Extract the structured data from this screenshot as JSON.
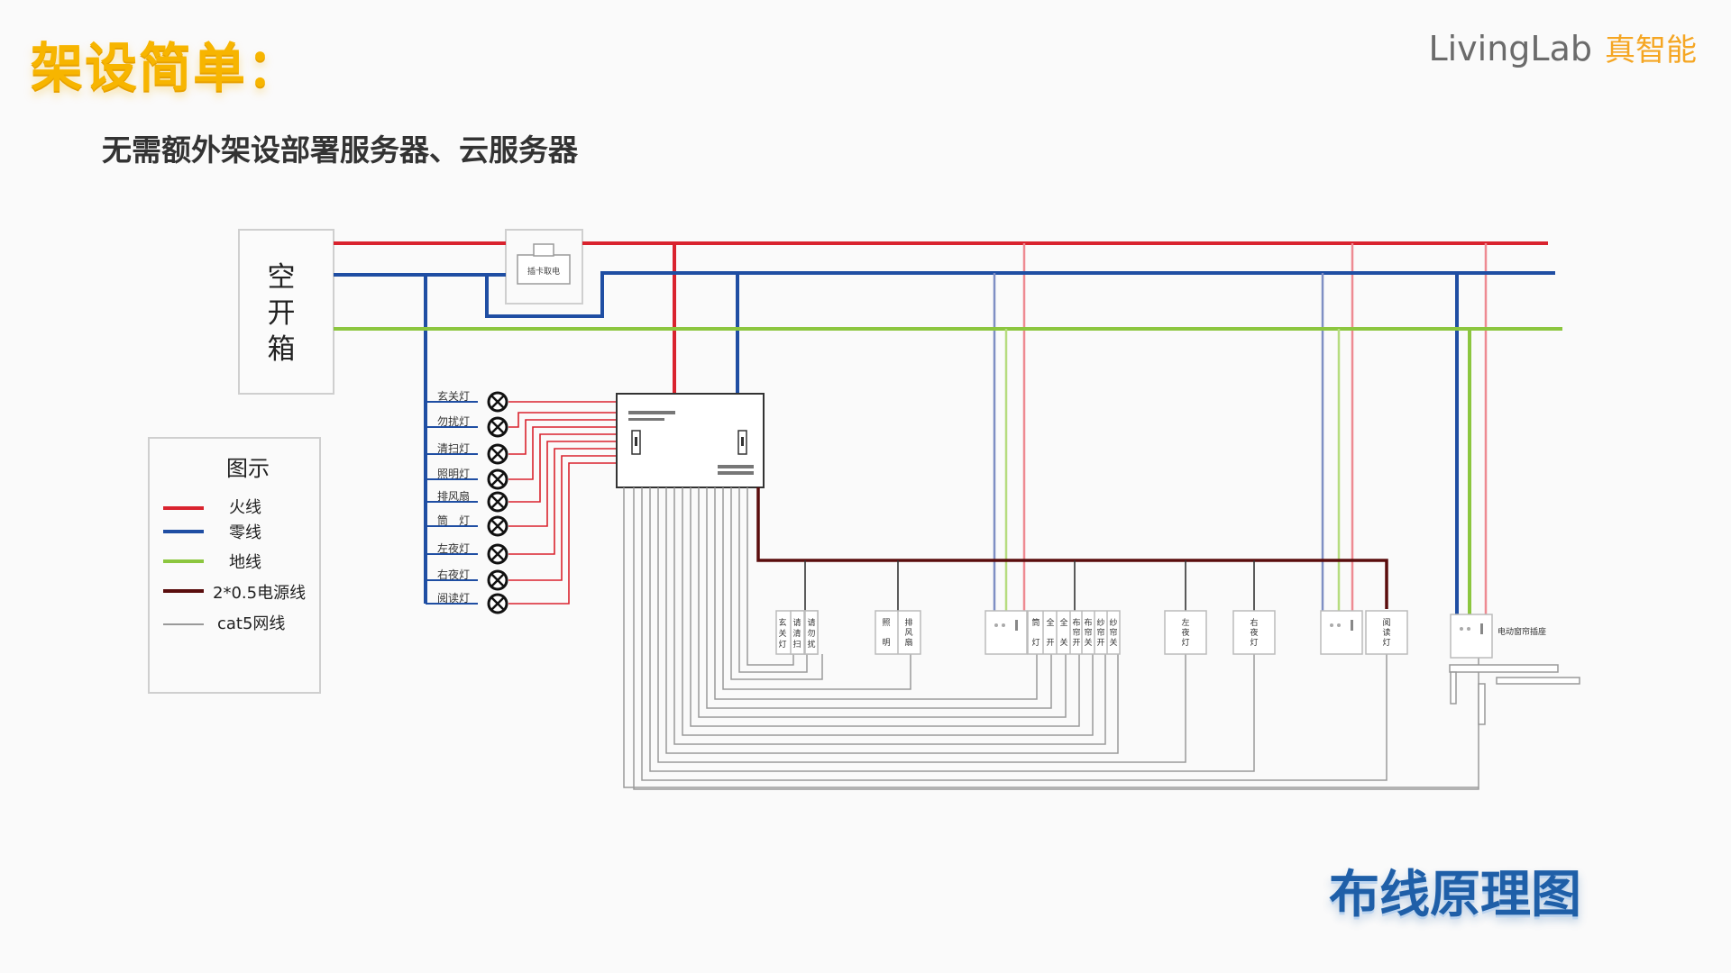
{
  "header": {
    "title": "架设简单：",
    "subtitle": "无需额外架设部署服务器、云服务器"
  },
  "brand": {
    "en": "LivingLab",
    "cn": "真智能"
  },
  "footer": {
    "caption": "布线原理图"
  },
  "diagram": {
    "breaker_box": {
      "lines": [
        "空",
        "开",
        "箱"
      ]
    },
    "card_switch": {
      "label": "插卡取电"
    },
    "lamps": [
      "玄关灯",
      "勿扰灯",
      "清扫灯",
      "照明灯",
      "排风扇",
      "筒　灯",
      "左夜灯",
      "右夜灯",
      "阅读灯"
    ],
    "panels": [
      {
        "chars": [
          [
            "玄",
            "关",
            "灯"
          ],
          [
            "请",
            "清",
            "扫"
          ],
          [
            "请",
            "勿",
            "扰"
          ]
        ]
      },
      {
        "chars": [
          [
            "照",
            "",
            "明"
          ],
          [
            "排",
            "风",
            "扇"
          ]
        ]
      },
      {
        "chars": [
          [
            "筒",
            "",
            "灯"
          ],
          [
            "全",
            "",
            "开"
          ],
          [
            "全",
            "",
            "关"
          ],
          [
            "布",
            "帘",
            "开"
          ],
          [
            "布",
            "帘",
            "关"
          ],
          [
            "纱",
            "帘",
            "开"
          ],
          [
            "纱",
            "帘",
            "关"
          ]
        ]
      },
      {
        "chars": [
          [
            "左",
            "夜",
            "灯"
          ]
        ]
      },
      {
        "chars": [
          [
            "右",
            "夜",
            "灯"
          ]
        ]
      },
      {
        "chars": [
          [
            "阅",
            "读",
            "灯"
          ]
        ]
      }
    ],
    "curtain_label": "电动窗帘插座"
  },
  "legend": {
    "title": "图示",
    "items": [
      {
        "label": "火线",
        "color": "#d9232e"
      },
      {
        "label": "零线",
        "color": "#1f4ea3"
      },
      {
        "label": "地线",
        "color": "#8cc63f"
      },
      {
        "label": "2*0.5电源线",
        "color": "#5a0d0d"
      },
      {
        "label": "cat5网线",
        "color": "#999999"
      }
    ]
  },
  "colors": {
    "live": "#d9232e",
    "neutral": "#1f4ea3",
    "ground": "#8cc63f",
    "power": "#5a0d0d",
    "cat5": "#999999",
    "title_accent": "#f7b500",
    "caption_accent": "#1f5fa8"
  }
}
